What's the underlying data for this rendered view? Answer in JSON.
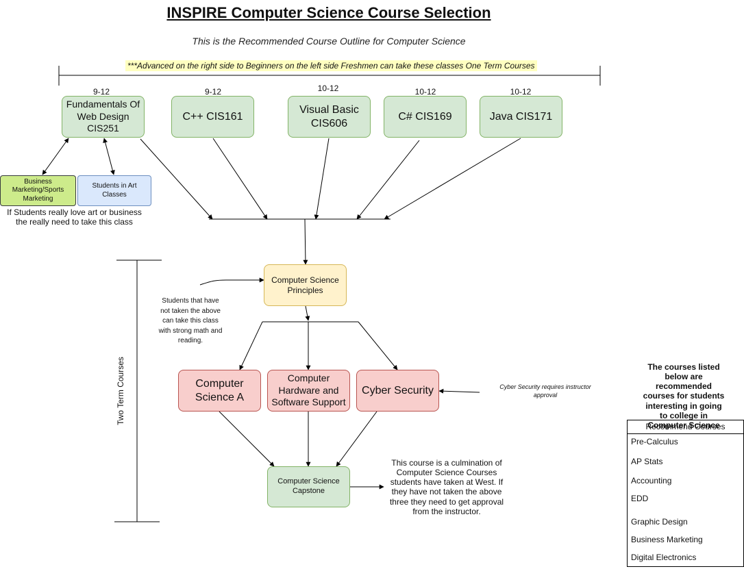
{
  "title": "INSPIRE Computer Science Course Selection",
  "subtitle": "This is the Recommended Course Outline for Computer Science",
  "banner": "***Advanced on the right side to Beginners on the left side Freshmen can take these classes One Term Courses",
  "one_term_courses": [
    {
      "grade": "9-12",
      "name": "Fundamentals Of Web Design CIS251"
    },
    {
      "grade": "9-12",
      "name": "C++ CIS161"
    },
    {
      "grade": "10-12",
      "name": "Visual Basic CIS606"
    },
    {
      "grade": "10-12",
      "name": "C# CIS169"
    },
    {
      "grade": "10-12",
      "name": "Java CIS171"
    }
  ],
  "side_boxes": {
    "business": "Business Marketing/Sports Marketing",
    "art": "Students in Art Classes"
  },
  "side_note": "If Students really love art or business the really need to take this class",
  "principles": "Computer Science Principles",
  "principles_note": "Students that have not taken the above can take this class with strong math and reading.",
  "two_term_label": "Two Term Courses",
  "two_term_courses": [
    "Computer Science A",
    "Computer Hardware and Software Support",
    "Cyber Security"
  ],
  "cyber_note": "Cyber Security requires instructor approval",
  "capstone": "Computer Science Capstone",
  "capstone_note": "This course is a culmination of Computer Science Courses students have taken at West. If they have not taken the above three they need to get approval from the instructor.",
  "recommended": {
    "heading": "The courses listed below are recommended courses for students interesting in going to college in Computer Science",
    "header": "Recommend Courses",
    "items": [
      "Pre-Calculus",
      "AP Stats",
      "Accounting",
      "EDD",
      "Graphic Design",
      "Business Marketing",
      "Digital Electronics"
    ]
  },
  "colors": {
    "green_fill": "#d5e8d4",
    "blue_fill": "#dae8fc",
    "lime_fill": "#cdeb8b",
    "yellow_fill": "#fff2cc",
    "red_fill": "#f8cecc",
    "banner_fill": "#ffffc0"
  }
}
